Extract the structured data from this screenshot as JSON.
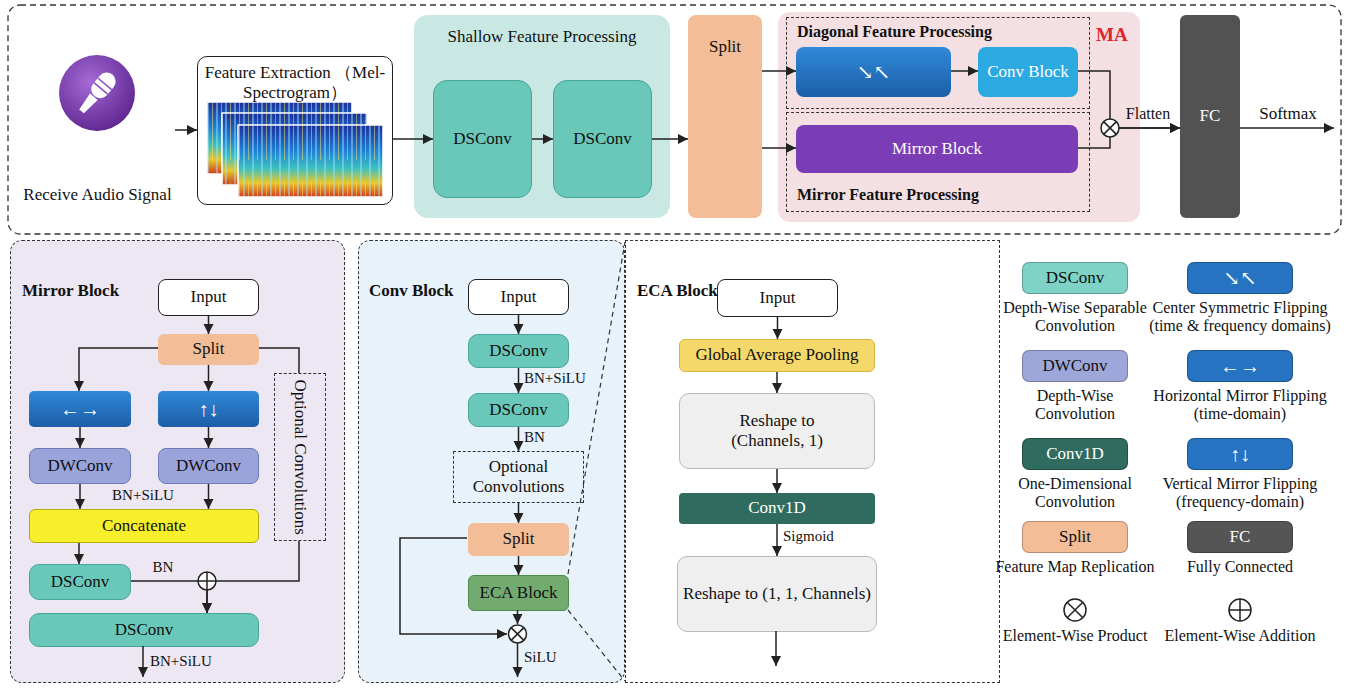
{
  "diagram": {
    "nodes": [
      {
        "text": [
          "Receive Audio Signal"
        ]
      },
      {
        "text": [
          "Feature Extraction （Mel-Spectrogram）"
        ]
      },
      {
        "text": [
          "Shallow Feature Processing"
        ]
      },
      {
        "text": [
          "DSConv"
        ],
        "in": 2
      },
      {
        "text": [
          "DSConv"
        ],
        "in": 2
      },
      {
        "text": [
          "Split"
        ]
      },
      {
        "text": [
          "MA"
        ]
      },
      {
        "text": [
          "Diagonal Feature Processing"
        ],
        "in": 6
      },
      {
        "text": [
          "↘↖"
        ],
        "in": 7
      },
      {
        "text": [
          "Conv Block"
        ],
        "in": 7
      },
      {
        "text": [
          "Mirror Feature Processing"
        ],
        "in": 6
      },
      {
        "text": [
          "Mirror Block"
        ],
        "in": 10
      },
      {
        "text": [
          "FC"
        ]
      },
      {
        "text": [
          "Mirror Block"
        ]
      },
      {
        "text": [
          "Input"
        ],
        "in": 13
      },
      {
        "text": [
          "Split"
        ],
        "in": 13
      },
      {
        "text": [
          "←→"
        ],
        "in": 13
      },
      {
        "text": [
          "↑↓"
        ],
        "in": 13
      },
      {
        "text": [
          "DWConv"
        ],
        "in": 13
      },
      {
        "text": [
          "DWConv"
        ],
        "in": 13
      },
      {
        "text": [
          "Concatenate"
        ],
        "in": 13
      },
      {
        "text": [
          "DSConv"
        ],
        "in": 13
      },
      {
        "text": [
          "DSConv"
        ],
        "in": 13
      },
      {
        "text": [
          "Optional Convolutions"
        ],
        "in": 13
      },
      {
        "text": [
          "Conv Block"
        ]
      },
      {
        "text": [
          "Input"
        ],
        "in": 24
      },
      {
        "text": [
          "DSConv"
        ],
        "in": 24
      },
      {
        "text": [
          "DSConv"
        ],
        "in": 24
      },
      {
        "text": [
          "Optional Convolutions"
        ],
        "in": 24
      },
      {
        "text": [
          "Split"
        ],
        "in": 24
      },
      {
        "text": [
          "ECA Block"
        ],
        "in": 24
      },
      {
        "text": [
          "ECA Block"
        ]
      },
      {
        "text": [
          "Input"
        ],
        "in": 31
      },
      {
        "text": [
          "Global Average Pooling"
        ],
        "in": 31
      },
      {
        "text": [
          "Reshape to (Channels, 1)"
        ],
        "in": 31
      },
      {
        "text": [
          "Conv1D"
        ],
        "in": 31
      },
      {
        "text": [
          "Reshape to (1, 1, Channels)"
        ],
        "in": 31
      }
    ],
    "edges": [
      {
        "from": 0,
        "to": 1,
        "arrow": "to"
      },
      {
        "from": 1,
        "to": 3,
        "arrow": "to"
      },
      {
        "from": 3,
        "to": 4,
        "arrow": "to"
      },
      {
        "from": 4,
        "to": 5,
        "arrow": "to"
      },
      {
        "from": 5,
        "to": 8,
        "arrow": "to"
      },
      {
        "from": 5,
        "to": 11,
        "arrow": "to"
      },
      {
        "from": 8,
        "to": 9,
        "arrow": "to"
      },
      {
        "from": 9,
        "to": 12,
        "arrow": "to"
      },
      {
        "from": 11,
        "to": 12,
        "arrow": "to"
      },
      {
        "from": 14,
        "to": 15,
        "arrow": "to"
      },
      {
        "from": 15,
        "to": 16,
        "arrow": "to"
      },
      {
        "from": 15,
        "to": 17,
        "arrow": "to"
      },
      {
        "from": 15,
        "to": 23,
        "arrow": "none"
      },
      {
        "from": 16,
        "to": 18,
        "arrow": "to"
      },
      {
        "from": 17,
        "to": 19,
        "arrow": "to"
      },
      {
        "from": 18,
        "to": 20,
        "arrow": "to"
      },
      {
        "from": 19,
        "to": 20,
        "arrow": "to"
      },
      {
        "from": 20,
        "to": 21,
        "arrow": "to"
      },
      {
        "from": 21,
        "to": 22,
        "label": "BN",
        "arrow": "to"
      },
      {
        "from": 23,
        "to": 22,
        "arrow": "to"
      },
      {
        "from": 25,
        "to": 26,
        "arrow": "to"
      },
      {
        "from": 26,
        "to": 27,
        "label": "BN+SiLU",
        "arrow": "to"
      },
      {
        "from": 27,
        "to": 28,
        "label": "BN",
        "arrow": "to"
      },
      {
        "from": 28,
        "to": 29,
        "arrow": "to"
      },
      {
        "from": 29,
        "to": 30,
        "arrow": "to"
      },
      {
        "from": 32,
        "to": 33,
        "arrow": "to"
      },
      {
        "from": 33,
        "to": 34,
        "arrow": "to"
      },
      {
        "from": 34,
        "to": 35,
        "arrow": "to"
      },
      {
        "from": 35,
        "to": 36,
        "label": "Sigmoid",
        "arrow": "to"
      }
    ],
    "labels": [
      "Flatten",
      "Softmax",
      "BN+SiLU",
      "BN+SiLU",
      "SiLU",
      "DSConv",
      "DWConv",
      "Conv1D",
      "Split",
      "↘↖",
      "←→",
      "↑↓",
      "FC"
    ],
    "legend": [
      {
        "text": "Depth-Wise Separable Convolution",
        "color": "#7ed3c6"
      },
      {
        "text": "Depth-Wise Convolution",
        "color": "#9ea7d9"
      },
      {
        "text": "One-Dimensional Convolution",
        "color": "#2f6b5e"
      },
      {
        "text": "Feature Map Replication",
        "color": "#f3bd97"
      },
      {
        "text": "Element-Wise Product"
      },
      {
        "text": "Center Symmetric Flipping (time & frequency domains)",
        "color": "#2673c2"
      },
      {
        "text": "Horizontal Mirror Flipping (time-domain)",
        "color": "#2673c2"
      },
      {
        "text": "Vertical Mirror Flipping (frequency-domain)",
        "color": "#2673c2"
      },
      {
        "text": "Fully Connected",
        "color": "#555555"
      },
      {
        "text": "Element-Wise Addition"
      }
    ]
  }
}
